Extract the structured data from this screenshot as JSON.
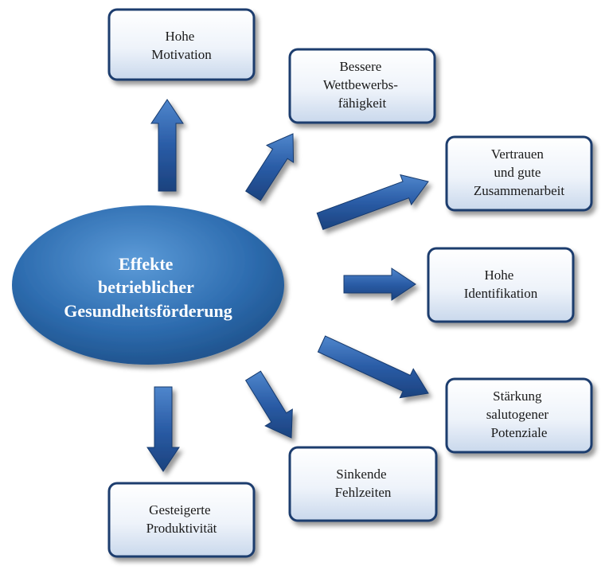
{
  "center": {
    "lines": [
      "Effekte",
      "betrieblicher",
      "Gesundheitsförderung"
    ]
  },
  "effects": [
    {
      "lines": [
        "Hohe",
        "Motivation"
      ]
    },
    {
      "lines": [
        "Bessere",
        "Wettbewerbs-",
        "fähigkeit"
      ]
    },
    {
      "lines": [
        "Vertrauen",
        "und gute",
        "Zusammenarbeit"
      ]
    },
    {
      "lines": [
        "Hohe",
        "Identifikation"
      ]
    },
    {
      "lines": [
        "Stärkung",
        "salutogener",
        "Potenziale"
      ]
    },
    {
      "lines": [
        "Sinkende",
        "Fehlzeiten"
      ]
    },
    {
      "lines": [
        "Gesteigerte",
        "Produktivität"
      ]
    }
  ],
  "colors": {
    "ellipse": "#2d6cae",
    "box_border": "#1f3c6e",
    "arrow": "#2e5fa8"
  }
}
